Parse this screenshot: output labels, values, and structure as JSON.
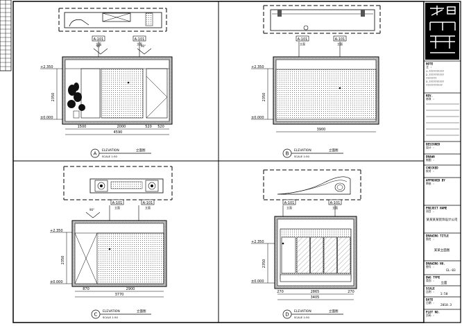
{
  "elevations": [
    {
      "id": "A",
      "title": "ELEVATION",
      "title_cn": "立面图",
      "scale": "SCALE 1:50",
      "level_top": "+2.350",
      "level_bottom": "±0.000",
      "height_dim": "2350",
      "dims": [
        "1500",
        "2000",
        "520",
        "520"
      ],
      "total_dim": "4590",
      "tag_left": "A-101",
      "tag_right": "A-101",
      "tag_left_sub": "立面",
      "tag_right_sub": "立面",
      "angle": "90°"
    },
    {
      "id": "B",
      "title": "ELEVATION",
      "title_cn": "立面图",
      "scale": "SCALE 1:50",
      "level_top": "+2.350",
      "level_bottom": "±0.000",
      "height_dim": "2350",
      "dims": [],
      "total_dim": "3900",
      "tag_left": "A-101",
      "tag_right": "A-101",
      "tag_left_sub": "立面",
      "tag_right_sub": "立面",
      "angle": ""
    },
    {
      "id": "C",
      "title": "ELEVATION",
      "title_cn": "立面图",
      "scale": "SCALE 1:50",
      "level_top": "+2.350",
      "level_bottom": "±0.000",
      "height_dim": "2350",
      "dims": [
        "870",
        "2900"
      ],
      "total_dim": "3770",
      "tag_left": "A-101",
      "tag_right": "A-101",
      "tag_left_sub": "立面",
      "tag_right_sub": "立面",
      "angle": "90°"
    },
    {
      "id": "D",
      "title": "ELEVATION",
      "title_cn": "立面图",
      "scale": "SCALE 1:50",
      "level_top": "+2.350",
      "level_bottom": "±0.000",
      "height_dim": "2350",
      "dims": [
        "270",
        "2865",
        "270"
      ],
      "total_dim": "3405",
      "tag_left": "A-101",
      "tag_right": "A-101",
      "tag_left_sub": "立面",
      "tag_right_sub": "立面",
      "angle": ""
    }
  ],
  "title_block": {
    "sections": [
      {
        "label": "NOTE",
        "sub": "注 :"
      },
      {
        "label": "REV.",
        "sub": "修改 :"
      },
      {
        "label": "DESIGNED",
        "sub": "设计 :"
      },
      {
        "label": "DRAWN",
        "sub": "制图 :"
      },
      {
        "label": "CHECKED",
        "sub": "校对 :"
      },
      {
        "label": "APPROVED  BY",
        "sub": "审核 :"
      },
      {
        "label": "PROJECT  NAME",
        "sub": "项目 :"
      },
      {
        "label": "DRAWING  TITLE",
        "sub": "图名 :"
      },
      {
        "label": "DRAWING  NO.",
        "sub": "图号 :"
      },
      {
        "label": "DWG  TYPE",
        "sub": "类别 :"
      },
      {
        "label": "SCALE",
        "sub": "比例 :"
      },
      {
        "label": "DATE",
        "sub": "日期 :"
      },
      {
        "label": "PLOT  NO.",
        "sub": "页码 :"
      }
    ],
    "project_value": "某某某某装饰设计公司",
    "drawing_title_value": "某某立面图",
    "drawing_no_value": "EL-03",
    "dwg_type_value": "立面",
    "scale_value": "1:50",
    "date_value": "2010.3",
    "plot_no_value": "",
    "note_lines": [
      "1.??????????",
      "2.??????????",
      "???????",
      "3.??????????",
      "???????????"
    ]
  }
}
